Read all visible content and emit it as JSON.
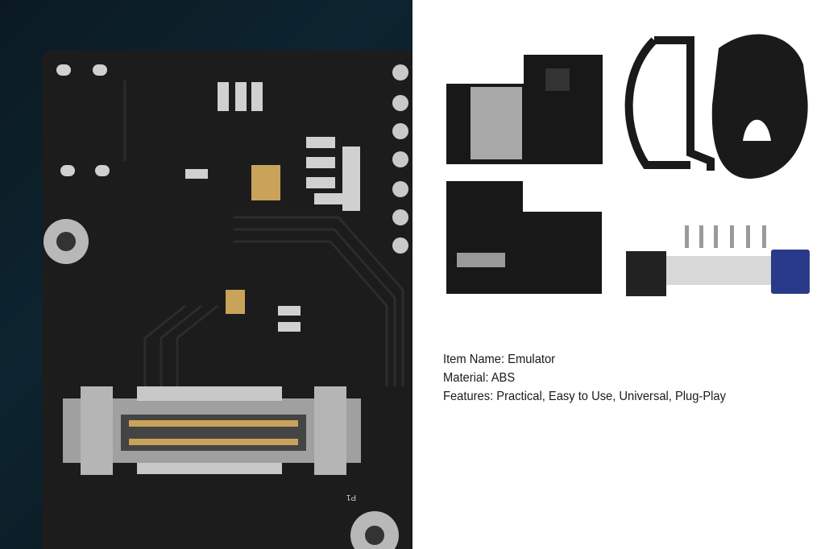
{
  "pcb_closeup": {
    "silkscreen_label": "P1",
    "colors": {
      "board": "#1c1c1c",
      "pad_gold": "#c9a35a",
      "connector": "#9a9a9a"
    }
  },
  "product_parts": [
    {
      "icon": "sd-card-adapter-board"
    },
    {
      "icon": "black-bracket-frame"
    },
    {
      "icon": "round-black-cover"
    },
    {
      "icon": "connector-board-back"
    },
    {
      "icon": "screws"
    },
    {
      "icon": "flex-cable"
    },
    {
      "icon": "sd-card"
    }
  ],
  "specs": {
    "item_name": "Item Name: Emulator",
    "material": "Material: ABS",
    "features": "Features: Practical, Easy to Use, Universal, Plug-Play"
  }
}
